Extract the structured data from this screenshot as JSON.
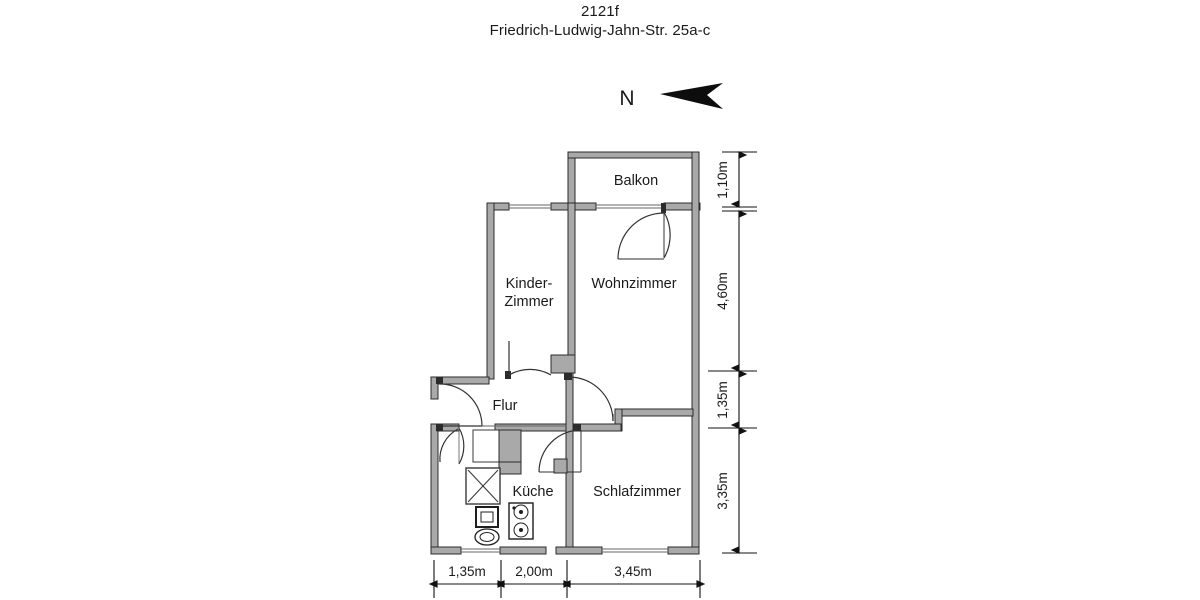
{
  "header": {
    "plan_id": "2121f",
    "address": "Friedrich-Ludwig-Jahn-Str. 25a-c"
  },
  "compass": {
    "label": "N",
    "icon": "north-arrow-icon",
    "direction": "left"
  },
  "rooms": [
    {
      "id": "balkon",
      "label": "Balkon"
    },
    {
      "id": "kinderzimmer",
      "label_line1": "Kinder-",
      "label_line2": "Zimmer"
    },
    {
      "id": "wohnzimmer",
      "label": "Wohnzimmer"
    },
    {
      "id": "flur",
      "label": "Flur"
    },
    {
      "id": "kueche",
      "label": "Küche"
    },
    {
      "id": "schlafzimmer",
      "label": "Schlafzimmer"
    }
  ],
  "dimensions": {
    "vertical": [
      {
        "id": "v1",
        "value": "1,10m"
      },
      {
        "id": "v2",
        "value": "4,60m"
      },
      {
        "id": "v3",
        "value": "1,35m"
      },
      {
        "id": "v4",
        "value": "3,35m"
      }
    ],
    "horizontal": [
      {
        "id": "h1",
        "value": "1,35m"
      },
      {
        "id": "h2",
        "value": "2,00m"
      },
      {
        "id": "h3",
        "value": "3,45m"
      }
    ]
  },
  "fixtures": [
    {
      "id": "shower",
      "name": "shower-fixture"
    },
    {
      "id": "washbasin",
      "name": "washbasin-fixture"
    },
    {
      "id": "toilet",
      "name": "toilet-fixture"
    },
    {
      "id": "stove",
      "name": "stove-fixture"
    }
  ],
  "colors": {
    "wall_fill": "#a9a9a9",
    "wall_stroke": "#2b2b2b",
    "room_fill": "#ffffff",
    "window_line": "#555555",
    "door_arc": "#333333",
    "dim_line": "#111111",
    "text": "#1a1a1a"
  }
}
